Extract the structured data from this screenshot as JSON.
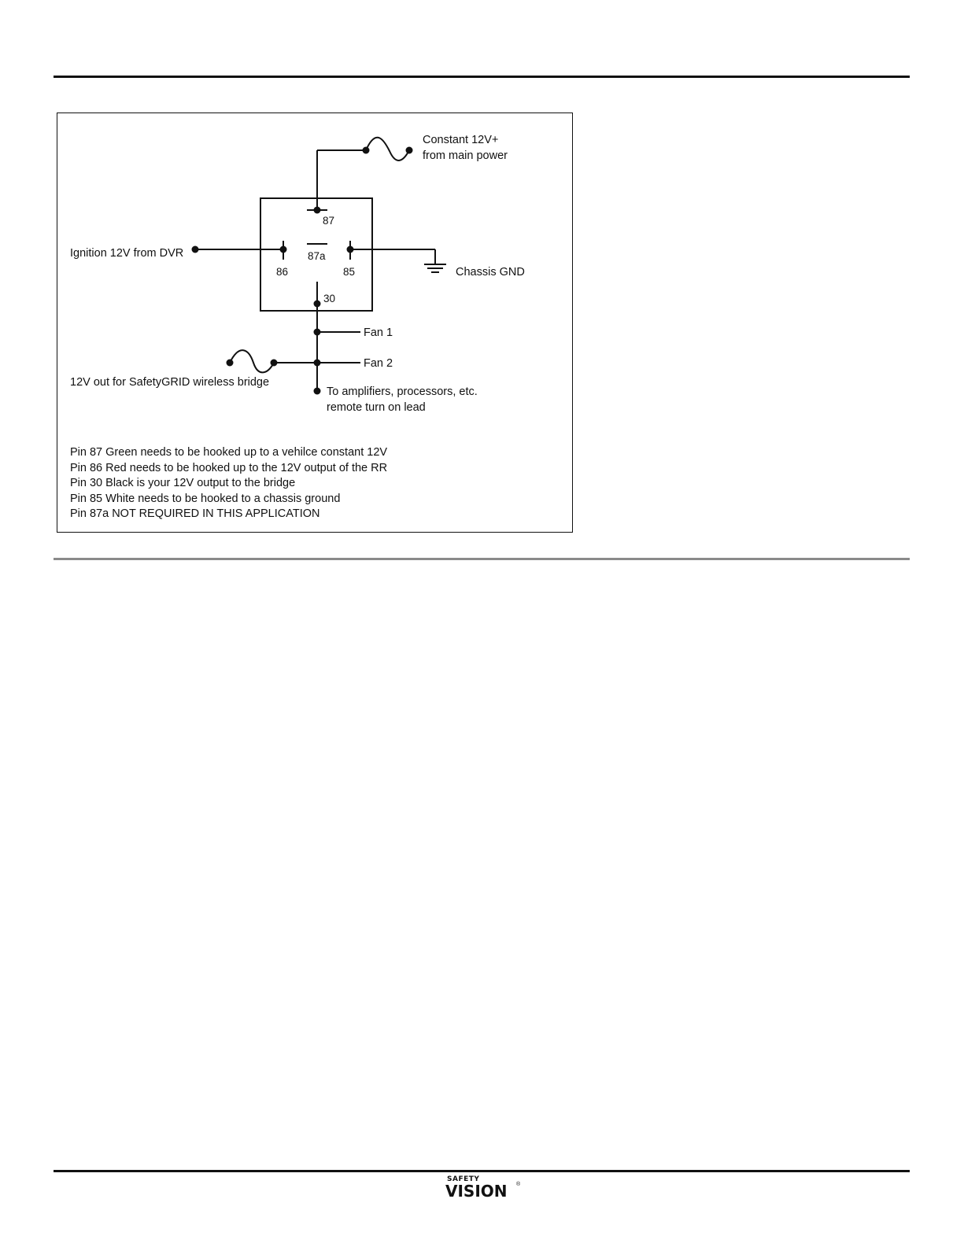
{
  "diagram": {
    "labels": {
      "constant": [
        "Constant 12V+",
        "from main power"
      ],
      "ignition": "Ignition 12V from DVR",
      "chassis": "Chassis GND",
      "fan1": "Fan 1",
      "fan2": "Fan 2",
      "bridge": "12V out for SafetyGRID wireless bridge",
      "amplifiers": [
        "To amplifiers, processors, etc.",
        "remote turn on lead"
      ]
    },
    "pins": {
      "p87": "87",
      "p87a": "87a",
      "p86": "86",
      "p85": "85",
      "p30": "30"
    }
  },
  "notes": [
    "Pin 87 Green needs to be hooked up to a vehilce constant 12V",
    "Pin 86 Red needs to be hooked up to the 12V output of the RR",
    "Pin 30 Black is your 12V output to the bridge",
    "Pin 85 White needs to be hooked to a chassis ground",
    "Pin 87a NOT REQUIRED IN THIS APPLICATION"
  ],
  "footer": {
    "logo_top": "SAFETY",
    "logo_main": "VISION",
    "logo_reg": "®"
  }
}
